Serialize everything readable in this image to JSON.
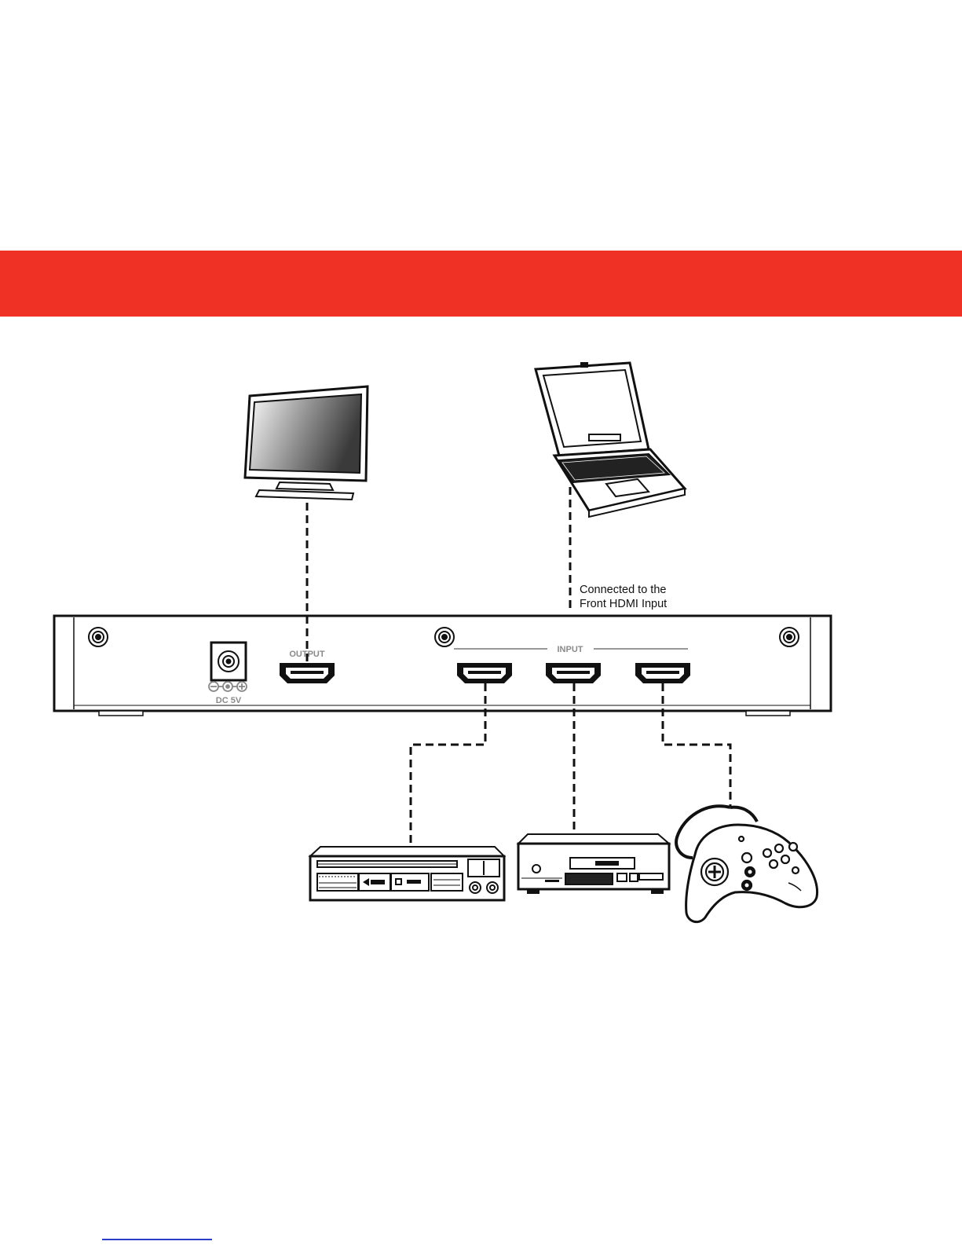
{
  "colors": {
    "banner": "#ee3124",
    "line": "#111111",
    "panel_label": "#8a8a8a",
    "footer_link": "#2a3ec8"
  },
  "switch_panel": {
    "output_label": "OUTPUT",
    "input_label": "INPUT",
    "power_label": "DC 5V",
    "input_port_count": 3
  },
  "note": {
    "line1": "Connected to the",
    "line2": "Front HDMI Input"
  },
  "devices": {
    "display": "tv-icon",
    "front_source": "laptop-icon",
    "input_1": "dvd-player-icon",
    "input_2": "av-receiver-icon",
    "input_3": "game-controller-icon"
  }
}
